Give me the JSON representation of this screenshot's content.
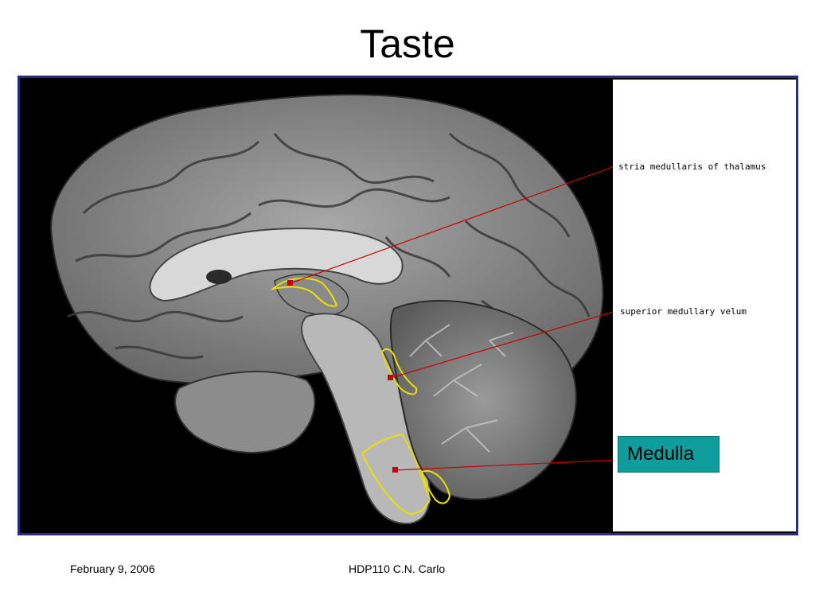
{
  "slide": {
    "title": "Taste",
    "footer_date": "February 9, 2006",
    "footer_course": "HDP110 C.N. Carlo"
  },
  "figure": {
    "labels": {
      "stria": "stria medullaris of thalamus",
      "velum": "superior medullary velum",
      "medulla": "Medulla"
    },
    "colors": {
      "frame_border": "#2a2a7a",
      "leader_line": "#cc0000",
      "outline": "#e8e000",
      "medulla_box": "#0e9c9c"
    }
  }
}
